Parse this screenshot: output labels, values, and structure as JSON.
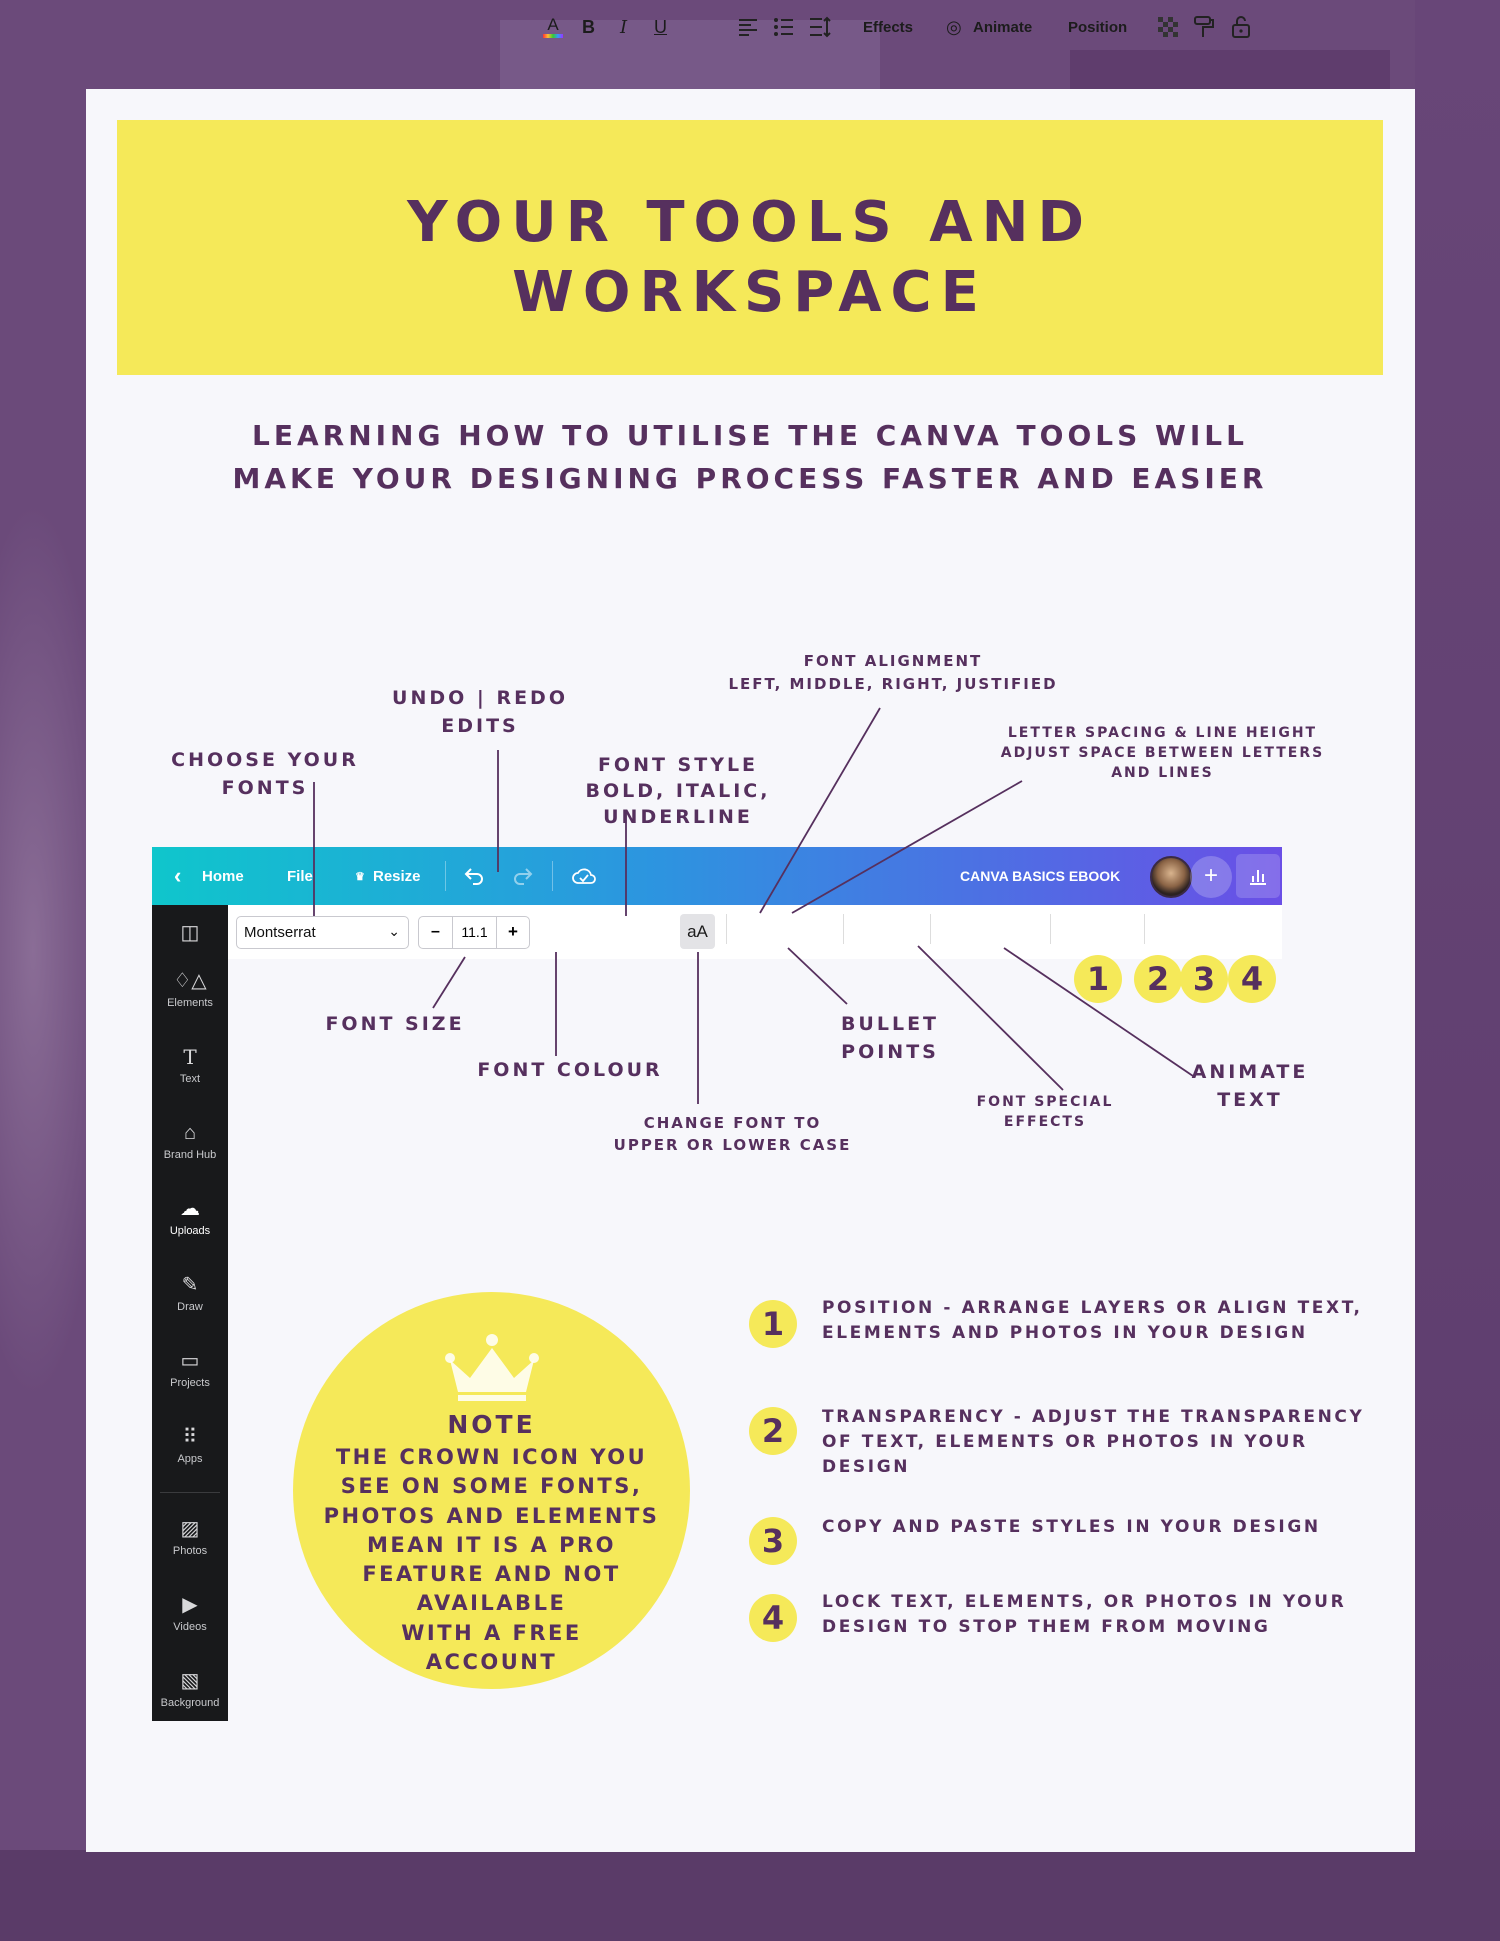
{
  "page": {
    "title": "YOUR TOOLS AND\nWORKSPACE",
    "subtitle": "LEARNING HOW TO UTILISE THE CANVA TOOLS WILL\nMAKE YOUR DESIGNING PROCESS FASTER AND EASIER"
  },
  "annotations": {
    "choose_fonts": "CHOOSE YOUR\nFONTS",
    "undo_redo": "UNDO | REDO\nEDITS",
    "font_style": "FONT STYLE\nBOLD, ITALIC, UNDERLINE",
    "font_alignment": "FONT ALIGNMENT\nLEFT, MIDDLE, RIGHT, JUSTIFIED",
    "letter_spacing": "LETTER SPACING & LINE HEIGHT\nADJUST SPACE BETWEEN LETTERS\nAND LINES",
    "font_size": "FONT SIZE",
    "font_colour": "FONT COLOUR",
    "change_case": "CHANGE FONT TO\nUPPER OR LOWER CASE",
    "bullet_points": "BULLET POINTS",
    "special_effects": "FONT SPECIAL\nEFFECTS",
    "animate_text": "ANIMATE\nTEXT"
  },
  "editor": {
    "topbar": {
      "back_icon": "chevron-left-icon",
      "home": "Home",
      "file": "File",
      "resize_icon": "crown-icon",
      "resize": "Resize",
      "undo_icon": "undo-icon",
      "redo_icon": "redo-icon",
      "save_icon": "cloud-check-icon",
      "doc_title": "CANVA BASICS EBOOK",
      "add_icon": "plus-icon",
      "insights_icon": "bar-chart-icon"
    },
    "toolbar": {
      "font": "Montserrat",
      "size_minus": "–",
      "size": "11.1",
      "size_plus": "+",
      "colour_icon": "text-colour-icon",
      "bold": "B",
      "italic": "I",
      "underline": "U",
      "case": "aA",
      "align_icon": "align-left-icon",
      "list_icon": "bullet-list-icon",
      "spacing_icon": "spacing-icon",
      "effects": "Effects",
      "animate": "Animate",
      "position": "Position",
      "transparency_icon": "transparency-icon",
      "paint_icon": "paint-roller-icon",
      "lock_icon": "lock-icon"
    },
    "sidebar": [
      {
        "label": "",
        "icon": "layout-icon"
      },
      {
        "label": "Elements",
        "icon": "elements-icon"
      },
      {
        "label": "Text",
        "icon": "text-icon"
      },
      {
        "label": "Brand Hub",
        "icon": "brand-icon"
      },
      {
        "label": "Uploads",
        "icon": "upload-icon"
      },
      {
        "label": "Draw",
        "icon": "draw-icon"
      },
      {
        "label": "Projects",
        "icon": "folder-icon"
      },
      {
        "label": "Apps",
        "icon": "apps-icon"
      },
      {
        "label": "Photos",
        "icon": "photo-icon"
      },
      {
        "label": "Videos",
        "icon": "video-icon"
      },
      {
        "label": "Background",
        "icon": "background-icon"
      }
    ],
    "numbers": [
      "1",
      "2",
      "3",
      "4"
    ]
  },
  "note": {
    "icon": "crown-icon",
    "heading": "NOTE",
    "body": "THE CROWN  ICON YOU\nSEE ON SOME FONTS,\nPHOTOS AND ELEMENTS\nMEAN IT IS A PRO\nFEATURE AND NOT\nAVAILABLE\nWITH A FREE\nACCOUNT"
  },
  "items": [
    {
      "num": "1",
      "text": "POSITION - ARRANGE LAYERS OR ALIGN TEXT,\nELEMENTS AND PHOTOS IN YOUR DESIGN"
    },
    {
      "num": "2",
      "text": "TRANSPARENCY - ADJUST THE TRANSPARENCY\nOF TEXT, ELEMENTS OR PHOTOS IN YOUR DESIGN"
    },
    {
      "num": "3",
      "text": "COPY AND PASTE STYLES IN YOUR DESIGN"
    },
    {
      "num": "4",
      "text": "LOCK TEXT, ELEMENTS, OR PHOTOS IN YOUR\nDESIGN TO STOP THEM FROM MOVING"
    }
  ],
  "colors": {
    "accent_yellow": "#f5e959",
    "text_purple": "#56305e",
    "background_purple": "#6b4a7a"
  }
}
